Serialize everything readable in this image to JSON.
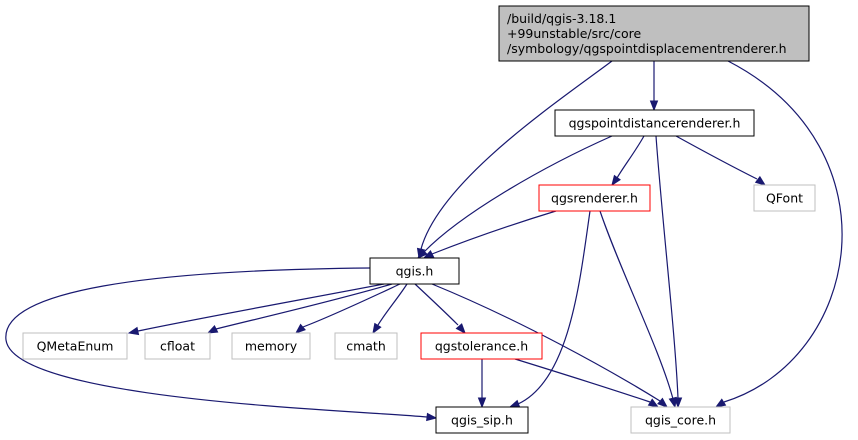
{
  "colors": {
    "edge": "#191970",
    "root_fill": "#bfbfbf",
    "default_stroke": "#000000",
    "red_stroke": "#ff0000",
    "grey_stroke": "#bfbfbf",
    "text": "#000000"
  },
  "nodes": {
    "root": {
      "lines": [
        "/build/qgis-3.18.1",
        "+99unstable/src/core",
        "/symbology/qgspointdisplacementrenderer.h"
      ],
      "style": "root"
    },
    "pointdistance": {
      "lines": [
        "qgspointdistancerenderer.h"
      ],
      "style": "black"
    },
    "renderer": {
      "lines": [
        "qgsrenderer.h"
      ],
      "style": "red"
    },
    "qfont": {
      "lines": [
        "QFont"
      ],
      "style": "grey"
    },
    "qgis": {
      "lines": [
        "qgis.h"
      ],
      "style": "black"
    },
    "qmetaenum": {
      "lines": [
        "QMetaEnum"
      ],
      "style": "grey"
    },
    "cfloat": {
      "lines": [
        "cfloat"
      ],
      "style": "grey"
    },
    "memory": {
      "lines": [
        "memory"
      ],
      "style": "grey"
    },
    "cmath": {
      "lines": [
        "cmath"
      ],
      "style": "grey"
    },
    "tolerance": {
      "lines": [
        "qgstolerance.h"
      ],
      "style": "red"
    },
    "sip": {
      "lines": [
        "qgis_sip.h"
      ],
      "style": "black"
    },
    "core": {
      "lines": [
        "qgis_core.h"
      ],
      "style": "grey"
    }
  },
  "edges": [
    {
      "from": "root",
      "to": "pointdistance"
    },
    {
      "from": "root",
      "to": "qgis"
    },
    {
      "from": "root",
      "to": "core"
    },
    {
      "from": "pointdistance",
      "to": "renderer"
    },
    {
      "from": "pointdistance",
      "to": "qfont"
    },
    {
      "from": "pointdistance",
      "to": "qgis"
    },
    {
      "from": "pointdistance",
      "to": "core"
    },
    {
      "from": "renderer",
      "to": "qgis"
    },
    {
      "from": "renderer",
      "to": "sip"
    },
    {
      "from": "renderer",
      "to": "core"
    },
    {
      "from": "qgis",
      "to": "qmetaenum"
    },
    {
      "from": "qgis",
      "to": "cfloat"
    },
    {
      "from": "qgis",
      "to": "memory"
    },
    {
      "from": "qgis",
      "to": "cmath"
    },
    {
      "from": "qgis",
      "to": "tolerance"
    },
    {
      "from": "qgis",
      "to": "sip"
    },
    {
      "from": "qgis",
      "to": "core"
    },
    {
      "from": "tolerance",
      "to": "sip"
    },
    {
      "from": "tolerance",
      "to": "core"
    }
  ]
}
